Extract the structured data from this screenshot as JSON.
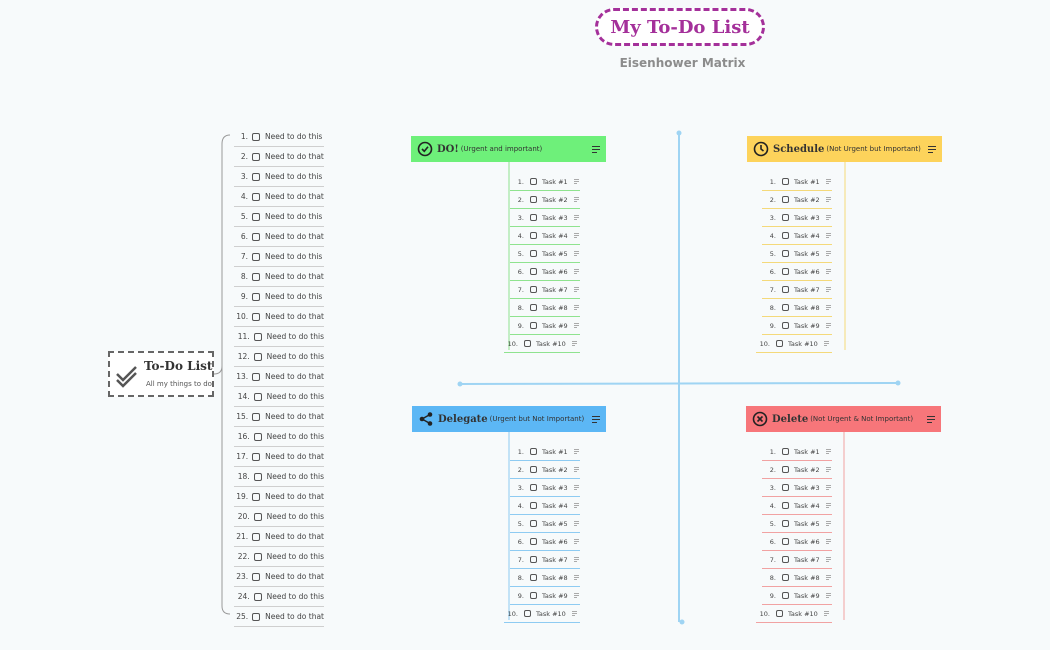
{
  "header": {
    "title": "My To-Do List",
    "subtitle": "Eisenhower Matrix"
  },
  "root": {
    "title": "To-Do List",
    "subtitle": "All my things to do",
    "icon": "double-check-icon"
  },
  "left_list": [
    {
      "num": "1.",
      "text": "Need to do this"
    },
    {
      "num": "2.",
      "text": "Need to do that"
    },
    {
      "num": "3.",
      "text": "Need to do this"
    },
    {
      "num": "4.",
      "text": "Need to do that"
    },
    {
      "num": "5.",
      "text": "Need to do this"
    },
    {
      "num": "6.",
      "text": "Need to do that"
    },
    {
      "num": "7.",
      "text": "Need to do this"
    },
    {
      "num": "8.",
      "text": "Need to do that"
    },
    {
      "num": "9.",
      "text": "Need to do this"
    },
    {
      "num": "10.",
      "text": "Need to do that"
    },
    {
      "num": "11.",
      "text": "Need to do this"
    },
    {
      "num": "12.",
      "text": "Need to do this"
    },
    {
      "num": "13.",
      "text": "Need to do that"
    },
    {
      "num": "14.",
      "text": "Need to do this"
    },
    {
      "num": "15.",
      "text": "Need to do that"
    },
    {
      "num": "16.",
      "text": "Need to do this"
    },
    {
      "num": "17.",
      "text": "Need to do that"
    },
    {
      "num": "18.",
      "text": "Need to do this"
    },
    {
      "num": "19.",
      "text": "Need to do that"
    },
    {
      "num": "20.",
      "text": "Need to do this"
    },
    {
      "num": "21.",
      "text": "Need to do that"
    },
    {
      "num": "22.",
      "text": "Need to do this"
    },
    {
      "num": "23.",
      "text": "Need to do that"
    },
    {
      "num": "24.",
      "text": "Need to do this"
    },
    {
      "num": "25.",
      "text": "Need to do that"
    }
  ],
  "quadrants": {
    "do": {
      "title": "DO!",
      "subtitle": "(Urgent and important)",
      "color": "#6ef07a",
      "icon": "check-circle-icon"
    },
    "schedule": {
      "title": "Schedule",
      "subtitle": "(Not Urgent but Important)",
      "color": "#fdd35b",
      "icon": "clock-icon"
    },
    "delegate": {
      "title": "Delegate",
      "subtitle": "(Urgent but Not Important)",
      "color": "#5cb7f5",
      "icon": "share-icon"
    },
    "delete": {
      "title": "Delete",
      "subtitle": "(Not Urgent & Not Important)",
      "color": "#f7767a",
      "icon": "x-circle-icon"
    }
  },
  "tasks": [
    {
      "num": "1.",
      "text": "Task #1"
    },
    {
      "num": "2.",
      "text": "Task #2"
    },
    {
      "num": "3.",
      "text": "Task #3"
    },
    {
      "num": "4.",
      "text": "Task #4"
    },
    {
      "num": "5.",
      "text": "Task #5"
    },
    {
      "num": "6.",
      "text": "Task #6"
    },
    {
      "num": "7.",
      "text": "Task #7"
    },
    {
      "num": "8.",
      "text": "Task #8"
    },
    {
      "num": "9.",
      "text": "Task #9"
    },
    {
      "num": "10.",
      "text": "Task #10"
    }
  ],
  "colors": {
    "title_accent": "#a4309a",
    "axis": "#9fd4f3"
  }
}
